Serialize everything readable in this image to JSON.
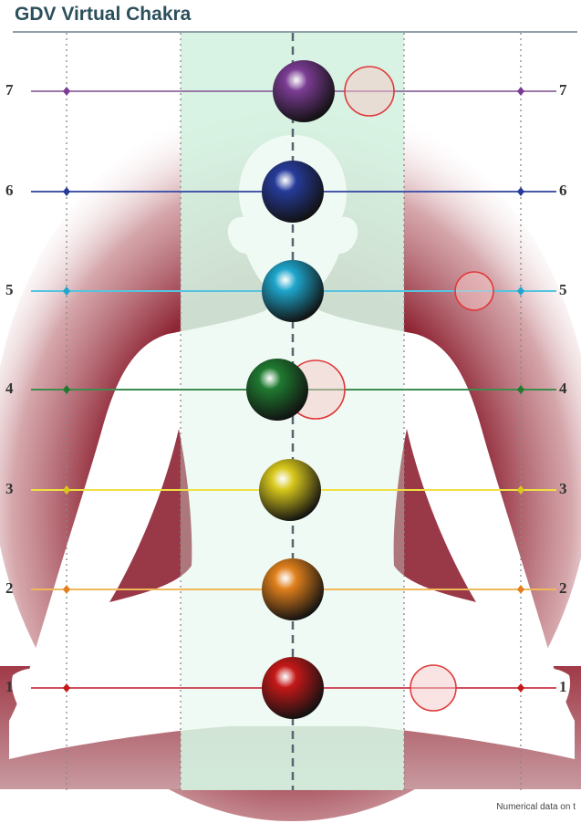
{
  "title": "GDV Virtual Chakra",
  "footnote": "Numerical data on t",
  "levels": [
    {
      "label": "7",
      "color": "#7b3c94",
      "line_color": "#9a7aa8"
    },
    {
      "label": "6",
      "color": "#263b9a",
      "line_color": "#4758a8"
    },
    {
      "label": "5",
      "color": "#1ea6cc",
      "line_color": "#56c4e0"
    },
    {
      "label": "4",
      "color": "#1f7a30",
      "line_color": "#3e8c50"
    },
    {
      "label": "3",
      "color": "#d8c81c",
      "line_color": "#f0e040"
    },
    {
      "label": "2",
      "color": "#e0801c",
      "line_color": "#f0b858"
    },
    {
      "label": "1",
      "color": "#c51818",
      "line_color": "#d05060"
    }
  ],
  "colors": {
    "aura": "#8b1e30",
    "center_band": "#d4f2e0",
    "silhouette": "#ffffff"
  }
}
